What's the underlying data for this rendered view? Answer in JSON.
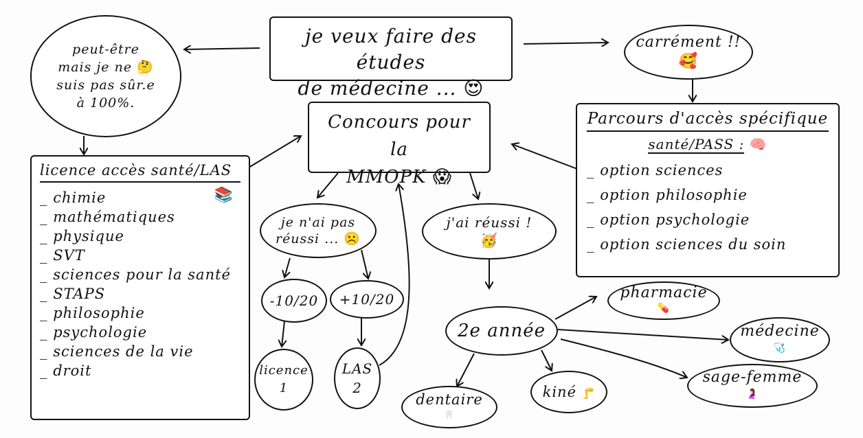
{
  "center": {
    "title": "je veux faire des études",
    "title2": "de médecine ...",
    "emoji": "😍"
  },
  "maybe": {
    "line1": "peut-être",
    "line2": "mais je ne",
    "line3": "suis pas sûr.e",
    "line4": "à 100%.",
    "emoji": "🤔"
  },
  "yes": {
    "text": "carrément !!",
    "emoji": "🥰"
  },
  "concours": {
    "line1": "Concours pour la",
    "line2": "MMOPK",
    "emoji": "😱"
  },
  "las": {
    "title": "licence accès santé/LAS",
    "emoji": "📚",
    "items": [
      "chimie",
      "mathématiques",
      "physique",
      "SVT",
      "sciences pour la santé",
      "STAPS",
      "philosophie",
      "psychologie",
      "sciences de la vie",
      "droit"
    ]
  },
  "pass": {
    "title": "Parcours d'accès spécifique",
    "subtitle": "santé/PASS :",
    "emoji": "🧠",
    "items": [
      "option sciences",
      "option philosophie",
      "option psychologie",
      "option sciences du soin"
    ]
  },
  "fail": {
    "line1": "je n'ai pas",
    "line2": "réussi ...",
    "emoji": "☹️"
  },
  "success": {
    "line1": "j'ai réussi !",
    "emoji": "🥳"
  },
  "low": {
    "text": "-10/20"
  },
  "high": {
    "text": "+10/20"
  },
  "licence1": {
    "line1": "licence",
    "line2": "1"
  },
  "las2": {
    "line1": "LAS",
    "line2": "2"
  },
  "annee": {
    "text": "2e année"
  },
  "pharmacie": {
    "text": "pharmacie",
    "emoji": "💊"
  },
  "medecine": {
    "text": "médecine",
    "emoji": "🩺"
  },
  "sage": {
    "text": "sage-femme",
    "emoji": "🤰"
  },
  "kine": {
    "text": "kiné",
    "emoji": "🦵"
  },
  "dentaire": {
    "text": "dentaire",
    "emoji": "🦷"
  }
}
